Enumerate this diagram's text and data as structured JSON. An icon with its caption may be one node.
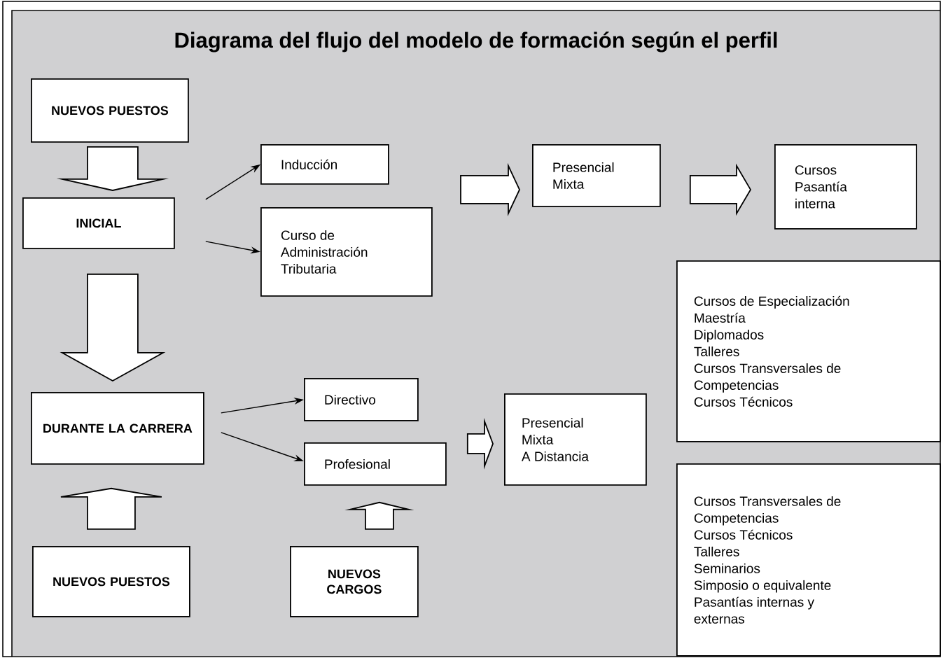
{
  "diagram": {
    "title": "Diagrama del flujo del modelo de formación según el perfil",
    "nodes": [
      {
        "text": [
          "NUEVOS PUESTOS"
        ]
      },
      {
        "text": [
          "INICIAL"
        ]
      },
      {
        "text": [
          "Inducción"
        ]
      },
      {
        "text": [
          "Curso de Administración Tributaria"
        ]
      },
      {
        "text": [
          "Presencial",
          "Mixta"
        ]
      },
      {
        "text": [
          "Cursos",
          "Pasantía interna"
        ]
      },
      {
        "text": [
          "Cursos de Especialización",
          "Maestría",
          "Diplomados",
          "Talleres",
          "Cursos Transversales de Competencias",
          "Cursos Técnicos"
        ]
      },
      {
        "text": [
          "DURANTE LA CARRERA"
        ]
      },
      {
        "text": [
          "Directivo"
        ]
      },
      {
        "text": [
          "Profesional"
        ]
      },
      {
        "text": [
          "Presencial",
          "Mixta",
          "A Distancia"
        ]
      },
      {
        "text": [
          "Cursos Transversales de Competencias",
          "Cursos Técnicos",
          "Talleres",
          "Seminarios",
          "Simposio o equivalente",
          "Pasantías internas y externas"
        ]
      },
      {
        "text": [
          "NUEVOS PUESTOS"
        ]
      },
      {
        "text": [
          "NUEVOS CARGOS"
        ]
      }
    ],
    "edges": [
      {
        "from": 0,
        "to": 1,
        "arrow": "to",
        "style": "thick"
      },
      {
        "from": 1,
        "to": 2,
        "arrow": "to"
      },
      {
        "from": 1,
        "to": 3,
        "arrow": "to"
      },
      {
        "from": null,
        "to": 4,
        "arrow": "to",
        "style": "thick"
      },
      {
        "from": 4,
        "to": 5,
        "arrow": "to",
        "style": "thick"
      },
      {
        "from": 1,
        "to": 7,
        "arrow": "to",
        "style": "thick"
      },
      {
        "from": 7,
        "to": 8,
        "arrow": "to"
      },
      {
        "from": 7,
        "to": 9,
        "arrow": "to"
      },
      {
        "from": 9,
        "to": 10,
        "arrow": "to",
        "style": "thick"
      },
      {
        "from": 12,
        "to": 7,
        "arrow": "to",
        "style": "thick"
      },
      {
        "from": 13,
        "to": 9,
        "arrow": "to",
        "style": "thick"
      }
    ]
  }
}
